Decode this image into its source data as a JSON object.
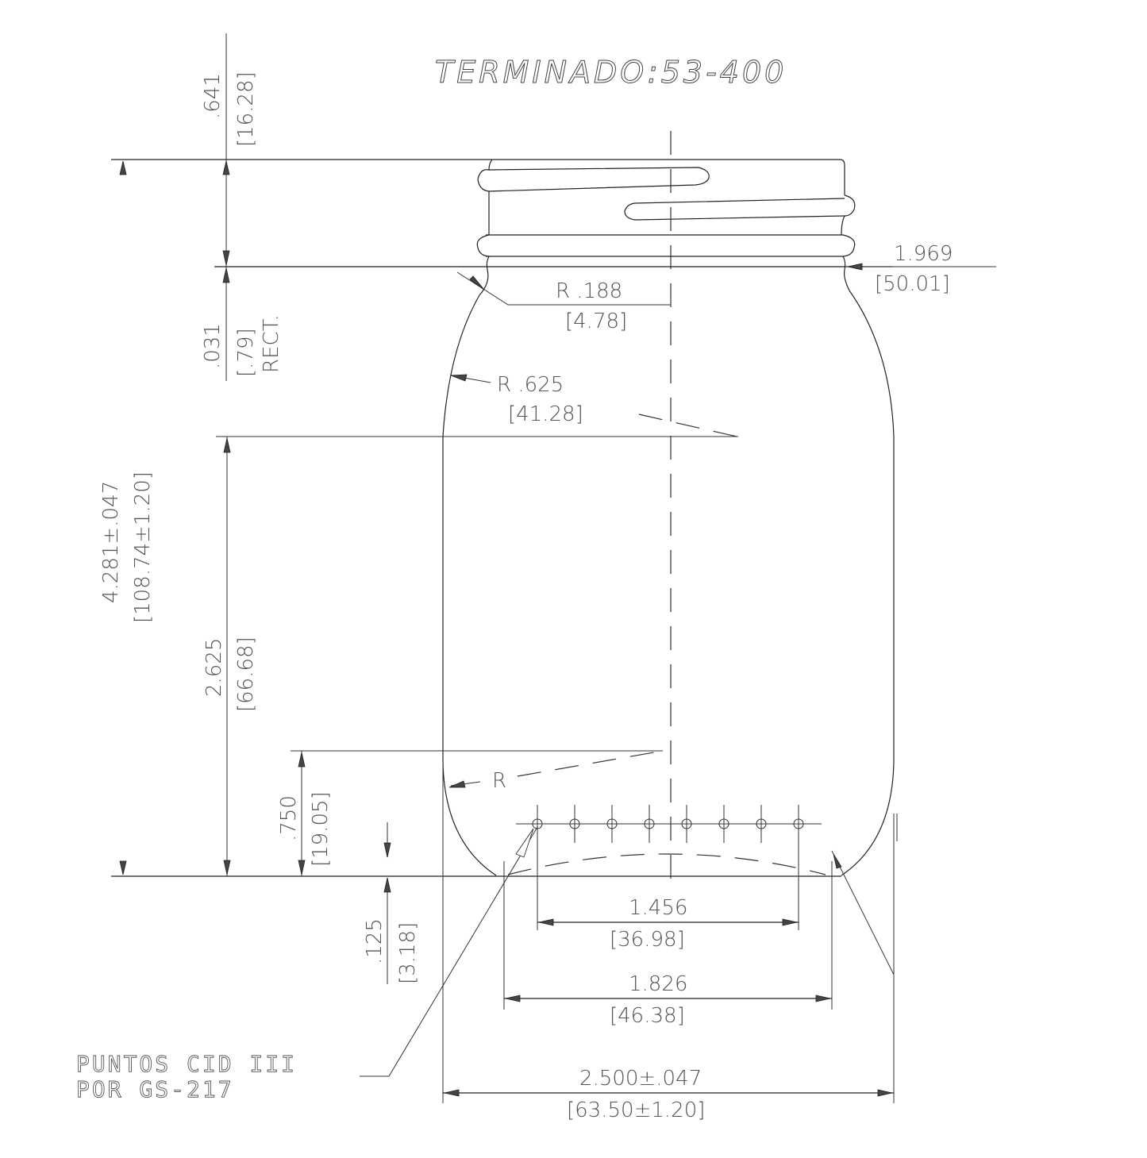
{
  "drawing": {
    "title": "TERMINADO:53-400",
    "dimensions": {
      "finish_height_in": ".641",
      "finish_height_mm": "[16.28]",
      "rect_in": ".031",
      "rect_mm": "[.79]",
      "rect_label": "RECT.",
      "neck_radius_in": "R .188",
      "neck_radius_mm": "[4.78]",
      "finish_diameter_in": "1.969",
      "finish_diameter_mm": "[50.01]",
      "shoulder_radius_in": "R  .625",
      "shoulder_radius_mm": "[41.28]",
      "overall_height_in": "4.281±.047",
      "overall_height_mm": "[108.74±1.20]",
      "label_panel_in": "2.625",
      "label_panel_mm": "[66.68]",
      "heel_height_in": ".750",
      "heel_height_mm": "[19.05]",
      "heel_radius_label": "R",
      "push_up_in": ".125",
      "push_up_mm": "[3.18]",
      "dot_span_in": "1.456",
      "dot_span_mm": "[36.98]",
      "base_contact_in": "1.826",
      "base_contact_mm": "[46.38]",
      "body_diameter_in": "2.500±.047",
      "body_diameter_mm": "[63.50±1.20]"
    },
    "notes": {
      "line1": "PUNTOS CID III",
      "line2": "POR GS-217"
    },
    "cid_dots_count": 8,
    "colors": {
      "line": "#222222",
      "text": "#555555",
      "background": "#ffffff"
    }
  }
}
